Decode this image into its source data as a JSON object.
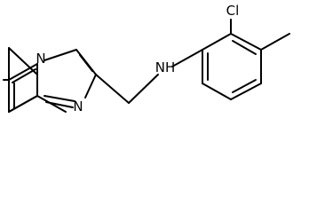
{
  "molecule": {
    "atom_labels": {
      "chlorine": "Cl",
      "amine": "NH",
      "ring_nitrogen_top": "N",
      "ring_nitrogen_bottom": "N"
    }
  }
}
